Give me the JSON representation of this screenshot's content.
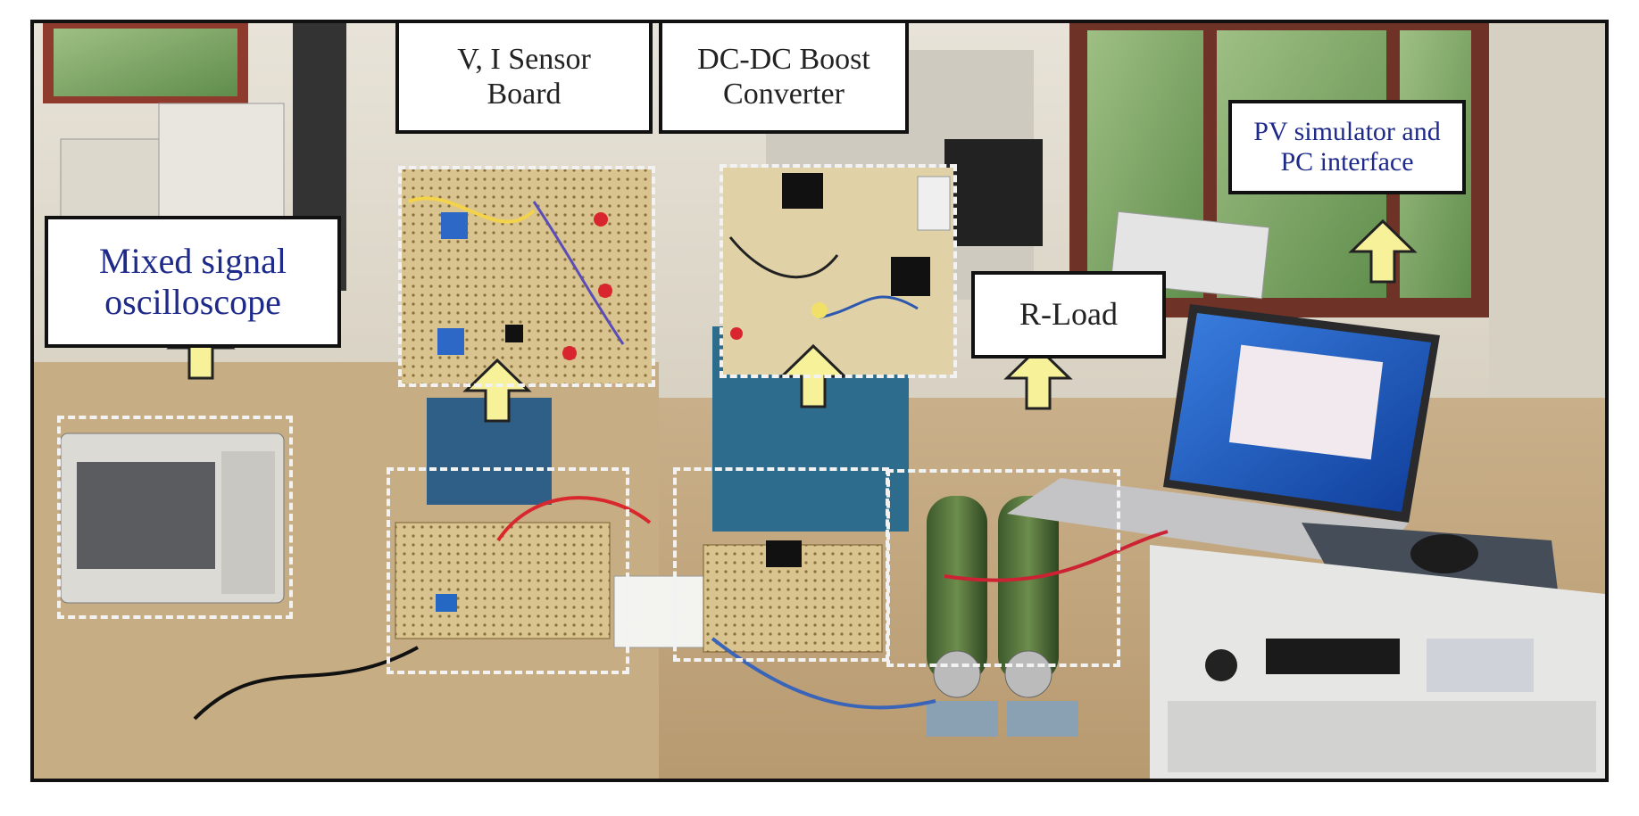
{
  "labels": {
    "sensor_board": [
      "V, I Sensor",
      "Board"
    ],
    "boost_converter": [
      "DC-DC Boost",
      "Converter"
    ],
    "pv_simulator": [
      "PV simulator and",
      "PC interface"
    ],
    "oscilloscope": [
      "Mixed signal",
      "oscilloscope"
    ],
    "r_load": "R-Load"
  },
  "colors": {
    "label_text_blue": "#1e2a8a",
    "label_text_dark": "#222222",
    "arrow_yellow": "#f7f29a",
    "dashed_box": "#f2f2f2"
  }
}
